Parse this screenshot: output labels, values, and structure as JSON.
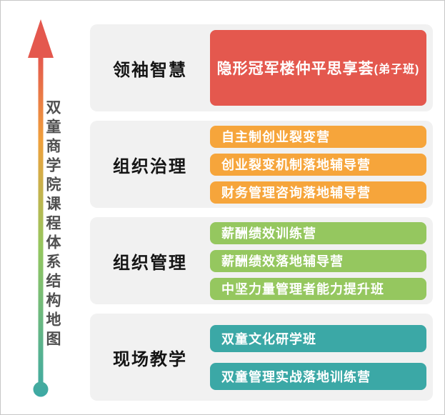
{
  "title": "双童商学院课程体系结构地图",
  "colors": {
    "section_bg": "#f1f1f1",
    "leader_wisdom_red": "#e4584e",
    "org_governance_orange": "#f6a53b",
    "org_management_green": "#95c75f",
    "field_teaching_teal": "#3ba8a6",
    "arrow_gradient_top": "#e4584e",
    "arrow_gradient_upper_mid": "#f0a03c",
    "arrow_gradient_lower_mid": "#95c75f",
    "arrow_gradient_bottom": "#3ba8a6",
    "title_text": "#4f4f4f"
  },
  "sections": [
    {
      "label": "领袖智慧",
      "color": "#e4584e",
      "courses": [
        {
          "text": "隐形冠军楼仲平思享荟",
          "suffix": "(弟子班)"
        }
      ]
    },
    {
      "label": "组织治理",
      "color": "#f6a53b",
      "courses": [
        "自主制创业裂变营",
        "创业裂变机制落地辅导营",
        "财务管理咨询落地辅导营"
      ]
    },
    {
      "label": "组织管理",
      "color": "#95c75f",
      "courses": [
        "薪酬绩效训练营",
        "薪酬绩效落地辅导营",
        "中坚力量管理者能力提升班"
      ]
    },
    {
      "label": "现场教学",
      "color": "#3ba8a6",
      "courses": [
        "双童文化研学班",
        "双童管理实战落地训练营"
      ]
    }
  ]
}
